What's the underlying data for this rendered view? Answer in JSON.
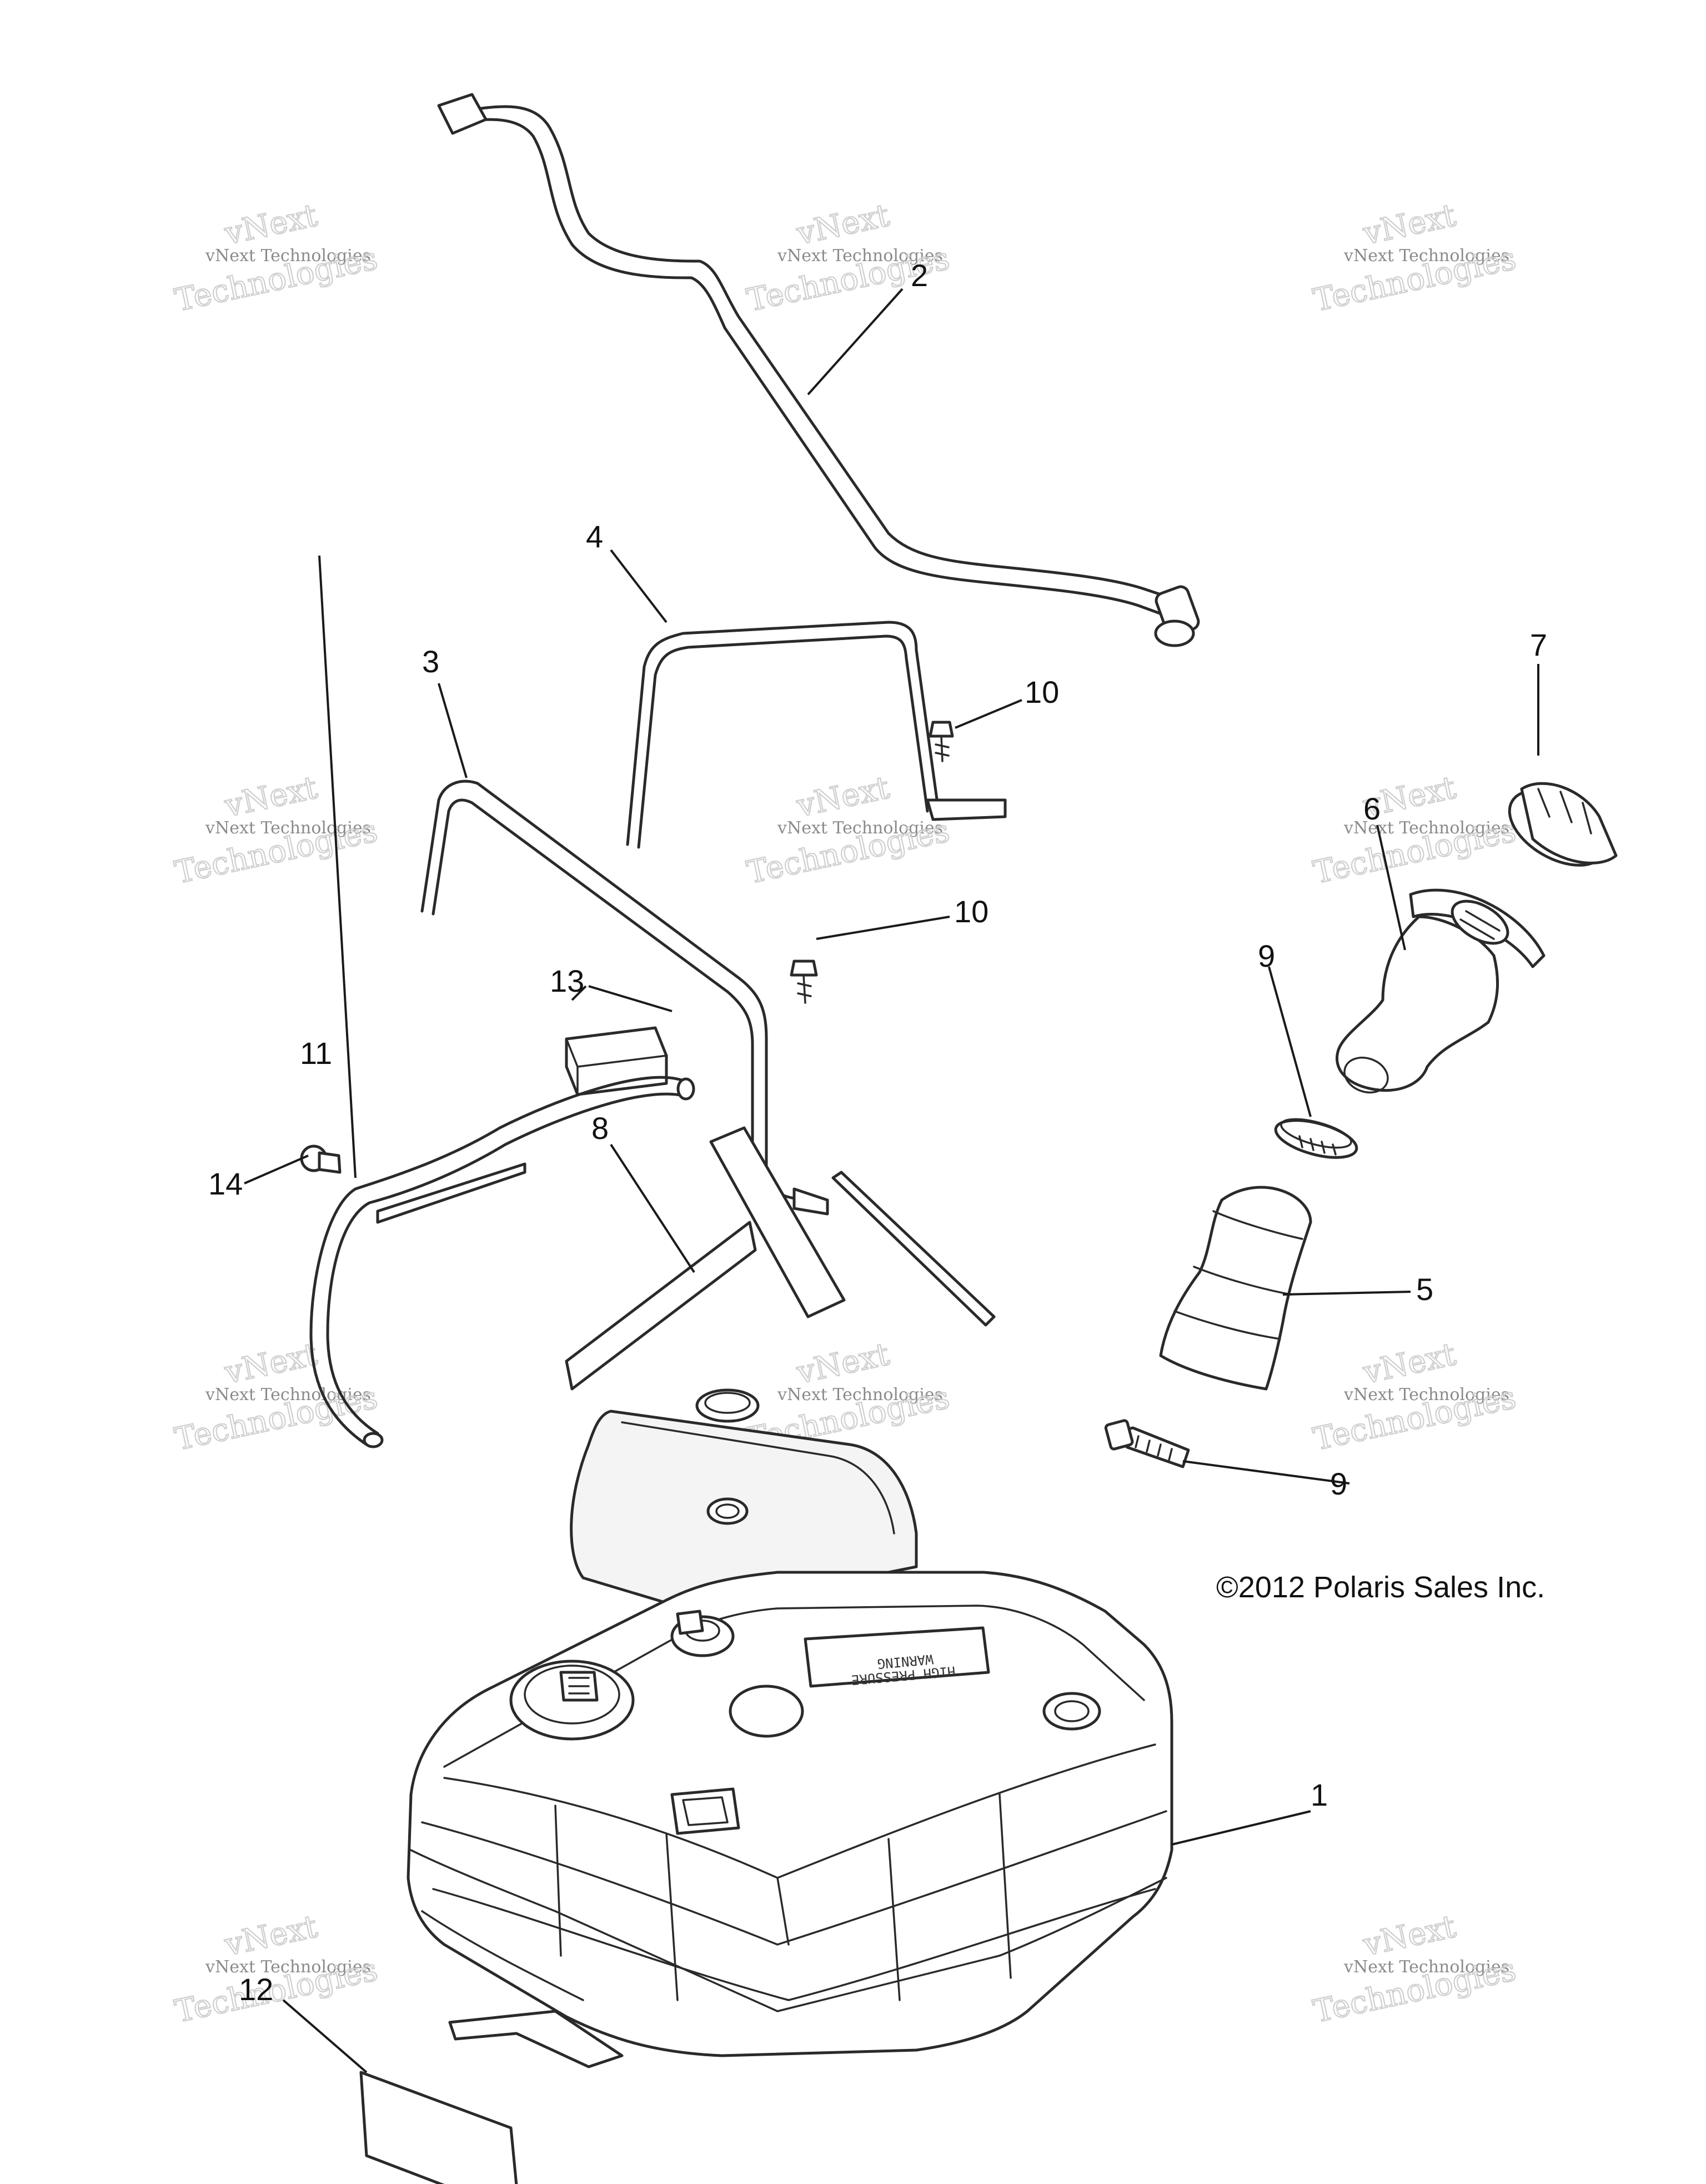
{
  "copyright": "©2012 Polaris Sales Inc.",
  "watermark": {
    "line_small": "vNext Technologies",
    "line_big_1": "vNext",
    "line_big_2": "Technologies"
  },
  "callouts": [
    "1",
    "2",
    "3",
    "4",
    "5",
    "6",
    "7",
    "8",
    "9",
    "9",
    "10",
    "10",
    "11",
    "12",
    "13",
    "14"
  ],
  "tank_label": {
    "line1": "WARNING",
    "line2": "HIGH PRESSURE"
  }
}
